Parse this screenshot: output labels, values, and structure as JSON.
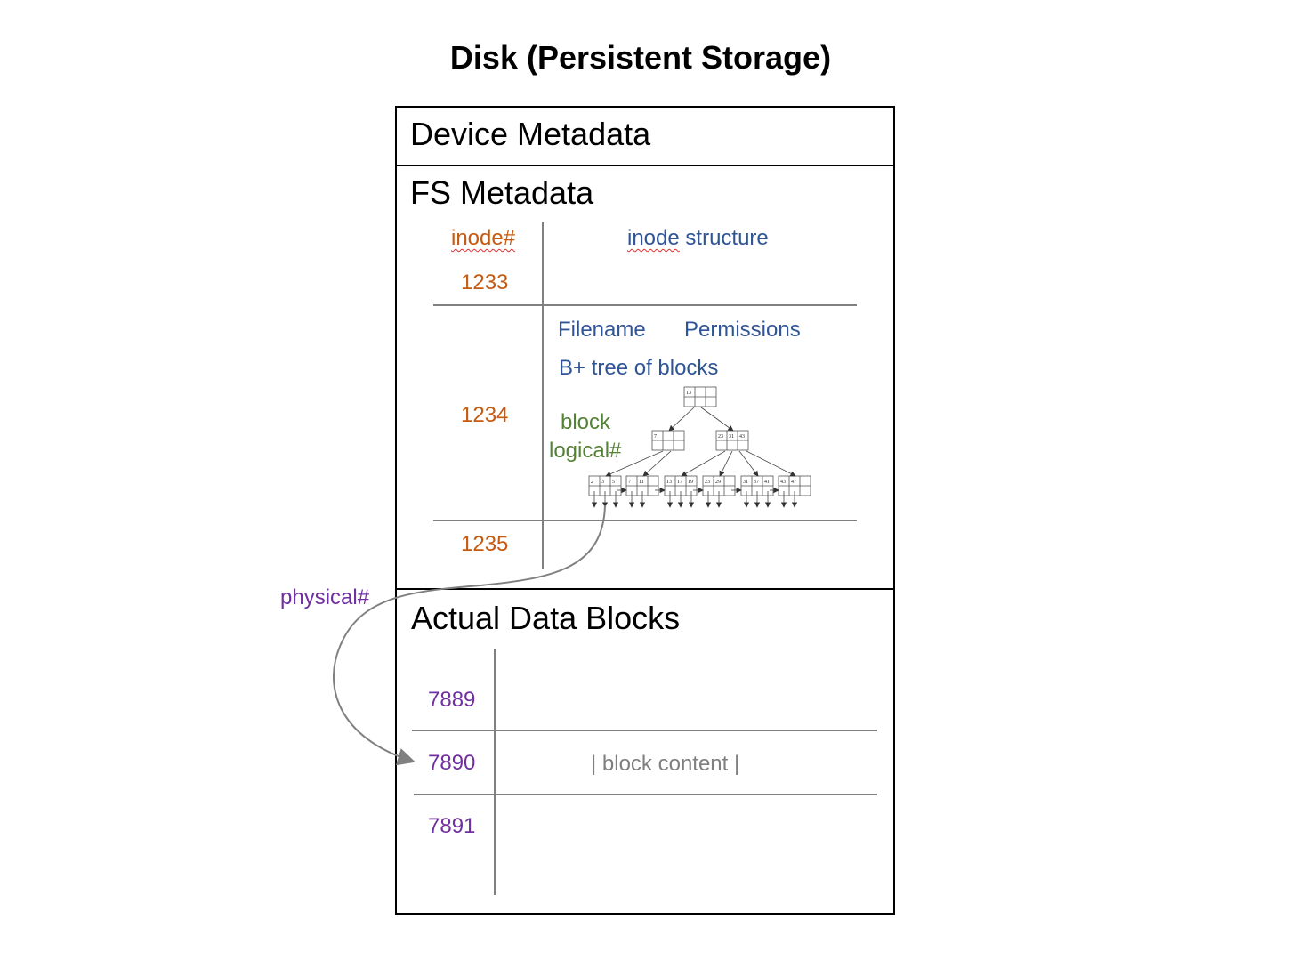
{
  "title": "Disk (Persistent Storage)",
  "sections": {
    "device_metadata": "Device Metadata",
    "fs_metadata": "FS Metadata",
    "data_blocks": "Actual Data Blocks"
  },
  "inode_table": {
    "col_inode": "inode#",
    "col_structure_word1": "inode",
    "col_structure_word2": "structure",
    "rows": [
      "1233",
      "1234",
      "1235"
    ],
    "fields": {
      "filename": "Filename",
      "permissions": "Permissions",
      "btree": "B+ tree of blocks",
      "block_label_1": "block",
      "block_label_2": "logical#"
    }
  },
  "btree": {
    "root": [
      "13",
      "",
      ""
    ],
    "internal": [
      [
        "7",
        "",
        ""
      ],
      [
        "23",
        "31",
        "43"
      ]
    ],
    "leaves": [
      [
        "2",
        "3",
        "5"
      ],
      [
        "7",
        "11",
        ""
      ],
      [
        "13",
        "17",
        "19"
      ],
      [
        "23",
        "29",
        ""
      ],
      [
        "31",
        "37",
        "41"
      ],
      [
        "43",
        "47",
        ""
      ]
    ]
  },
  "physical_label": "physical#",
  "data_table": {
    "rows": [
      "7889",
      "7890",
      "7891"
    ],
    "content": "| block content |"
  },
  "colors": {
    "inode_numbers": "#c55a11",
    "inode_fields": "#2f5597",
    "logical": "#548235",
    "physical": "#7030a0",
    "lines": "#808080"
  }
}
